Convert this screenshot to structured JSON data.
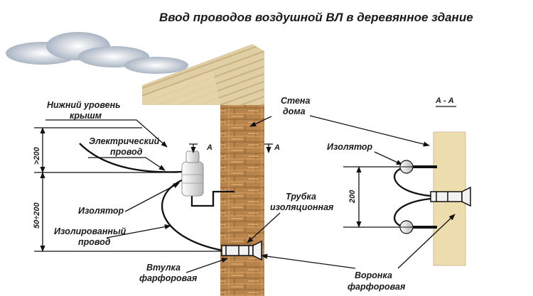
{
  "title": "Ввод проводов воздушной ВЛ в деревянное здание",
  "labels": {
    "roof_level_1": "Нижний уровень",
    "roof_level_2": "крышм",
    "electric_wire_1": "Электрический",
    "electric_wire_2": "провод",
    "insulator": "Изолятор",
    "insulated_wire_1": "Изолированный",
    "insulated_wire_2": "провод",
    "bushing_1": "Втулка",
    "bushing_2": "фарфоровая",
    "wall_1": "Стена",
    "wall_2": "дома",
    "tube_1": "Трубка",
    "tube_2": "изоляционная",
    "section_a1": "А",
    "section_a2": "А",
    "section_view": "А - А",
    "insulator_right": "Изолятор",
    "funnel_1": "Воронка",
    "funnel_2": "фарфоровая"
  },
  "dimensions": {
    "top": ">200",
    "lower": "50÷200",
    "right": "200"
  },
  "colors": {
    "wood_light": "#e9d9a6",
    "wood_dark": "#a77842",
    "roof": "#dcc89a",
    "cloud": "#c9d0da",
    "insulator": "#e6e6e6"
  }
}
